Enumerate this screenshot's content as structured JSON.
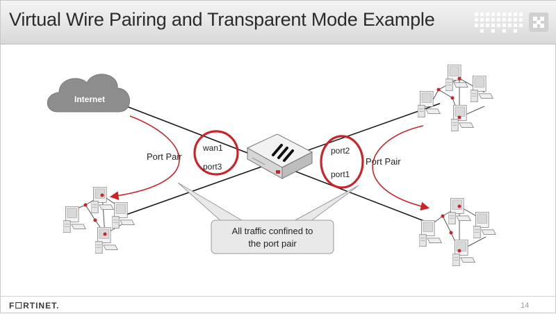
{
  "slide": {
    "title": "Virtual Wire Pairing and Transparent Mode Example",
    "brand": "F☐RTINET.",
    "page_number": "14"
  },
  "diagram": {
    "cloud_label": "Internet",
    "left_pair": {
      "top_port": "wan1",
      "bottom_port": "port3",
      "label": "Port Pair"
    },
    "right_pair": {
      "top_port": "port2",
      "bottom_port": "port1",
      "label": "Port Pair"
    },
    "callout": {
      "line1": "All traffic confined to",
      "line2": "the port pair"
    },
    "colors": {
      "accent_red": "#cc2229",
      "callout_fill": "#e9e9e9",
      "cloud_fill": "#8d8d8d"
    }
  }
}
